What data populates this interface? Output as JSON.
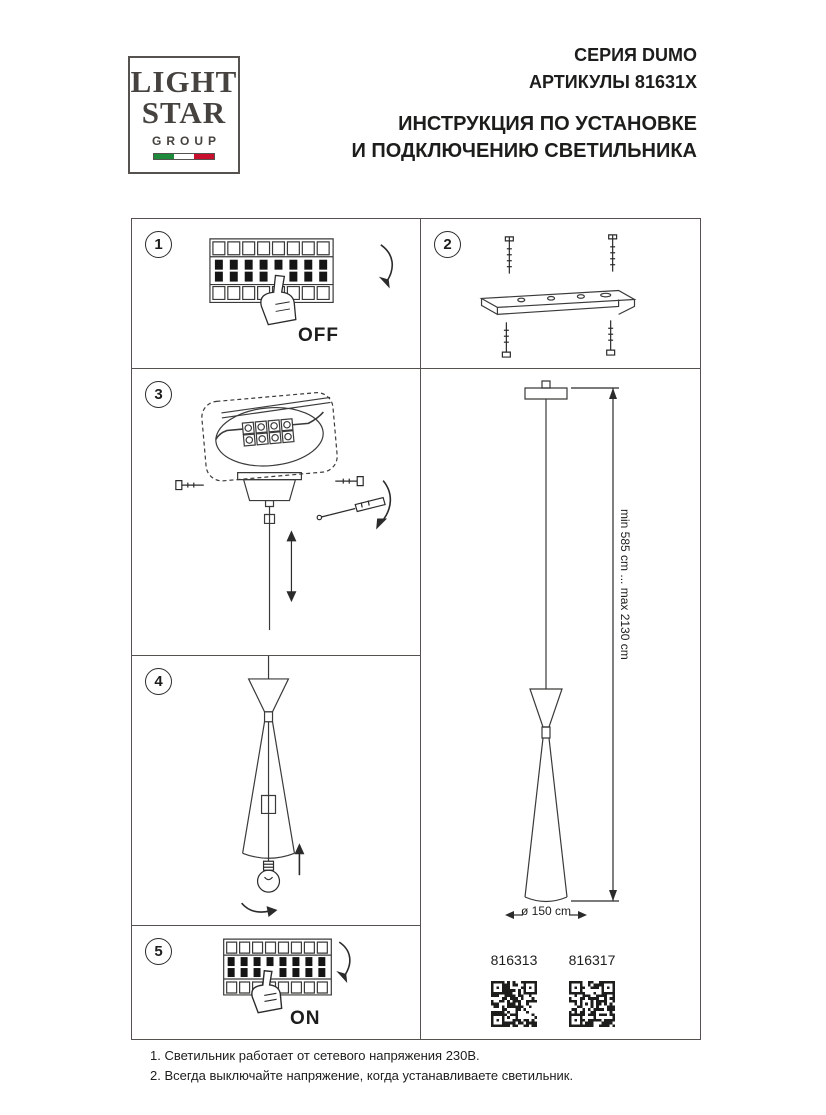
{
  "logo": {
    "word1": "LIGHT",
    "word2": "STAR",
    "word3": "GROUP"
  },
  "header": {
    "series": "СЕРИЯ DUMO",
    "articles": "АРТИКУЛЫ 81631X",
    "title_line1": "ИНСТРУКЦИЯ ПО УСТАНОВКЕ",
    "title_line2": "И ПОДКЛЮЧЕНИЮ СВЕТИЛЬНИКА"
  },
  "steps": [
    {
      "num": "1",
      "label": "OFF"
    },
    {
      "num": "2"
    },
    {
      "num": "3"
    },
    {
      "num": "4"
    },
    {
      "num": "5",
      "label": "ON"
    }
  ],
  "dimensions": {
    "height_range": "min 585 cm ... max 2130 cm",
    "diameter": "ø 150 cm"
  },
  "products": [
    {
      "article": "816313"
    },
    {
      "article": "816317"
    }
  ],
  "footnotes": [
    "1. Светильник работает от сетевого напряжения 230В.",
    "2. Всегда выключайте напряжение, когда устанавливаете светильник."
  ],
  "colors": {
    "ink": "#1d1d1b",
    "line": "#3a3a39",
    "flag_green": "#1e8a3c",
    "flag_white": "#ffffff",
    "flag_red": "#c8102e"
  }
}
